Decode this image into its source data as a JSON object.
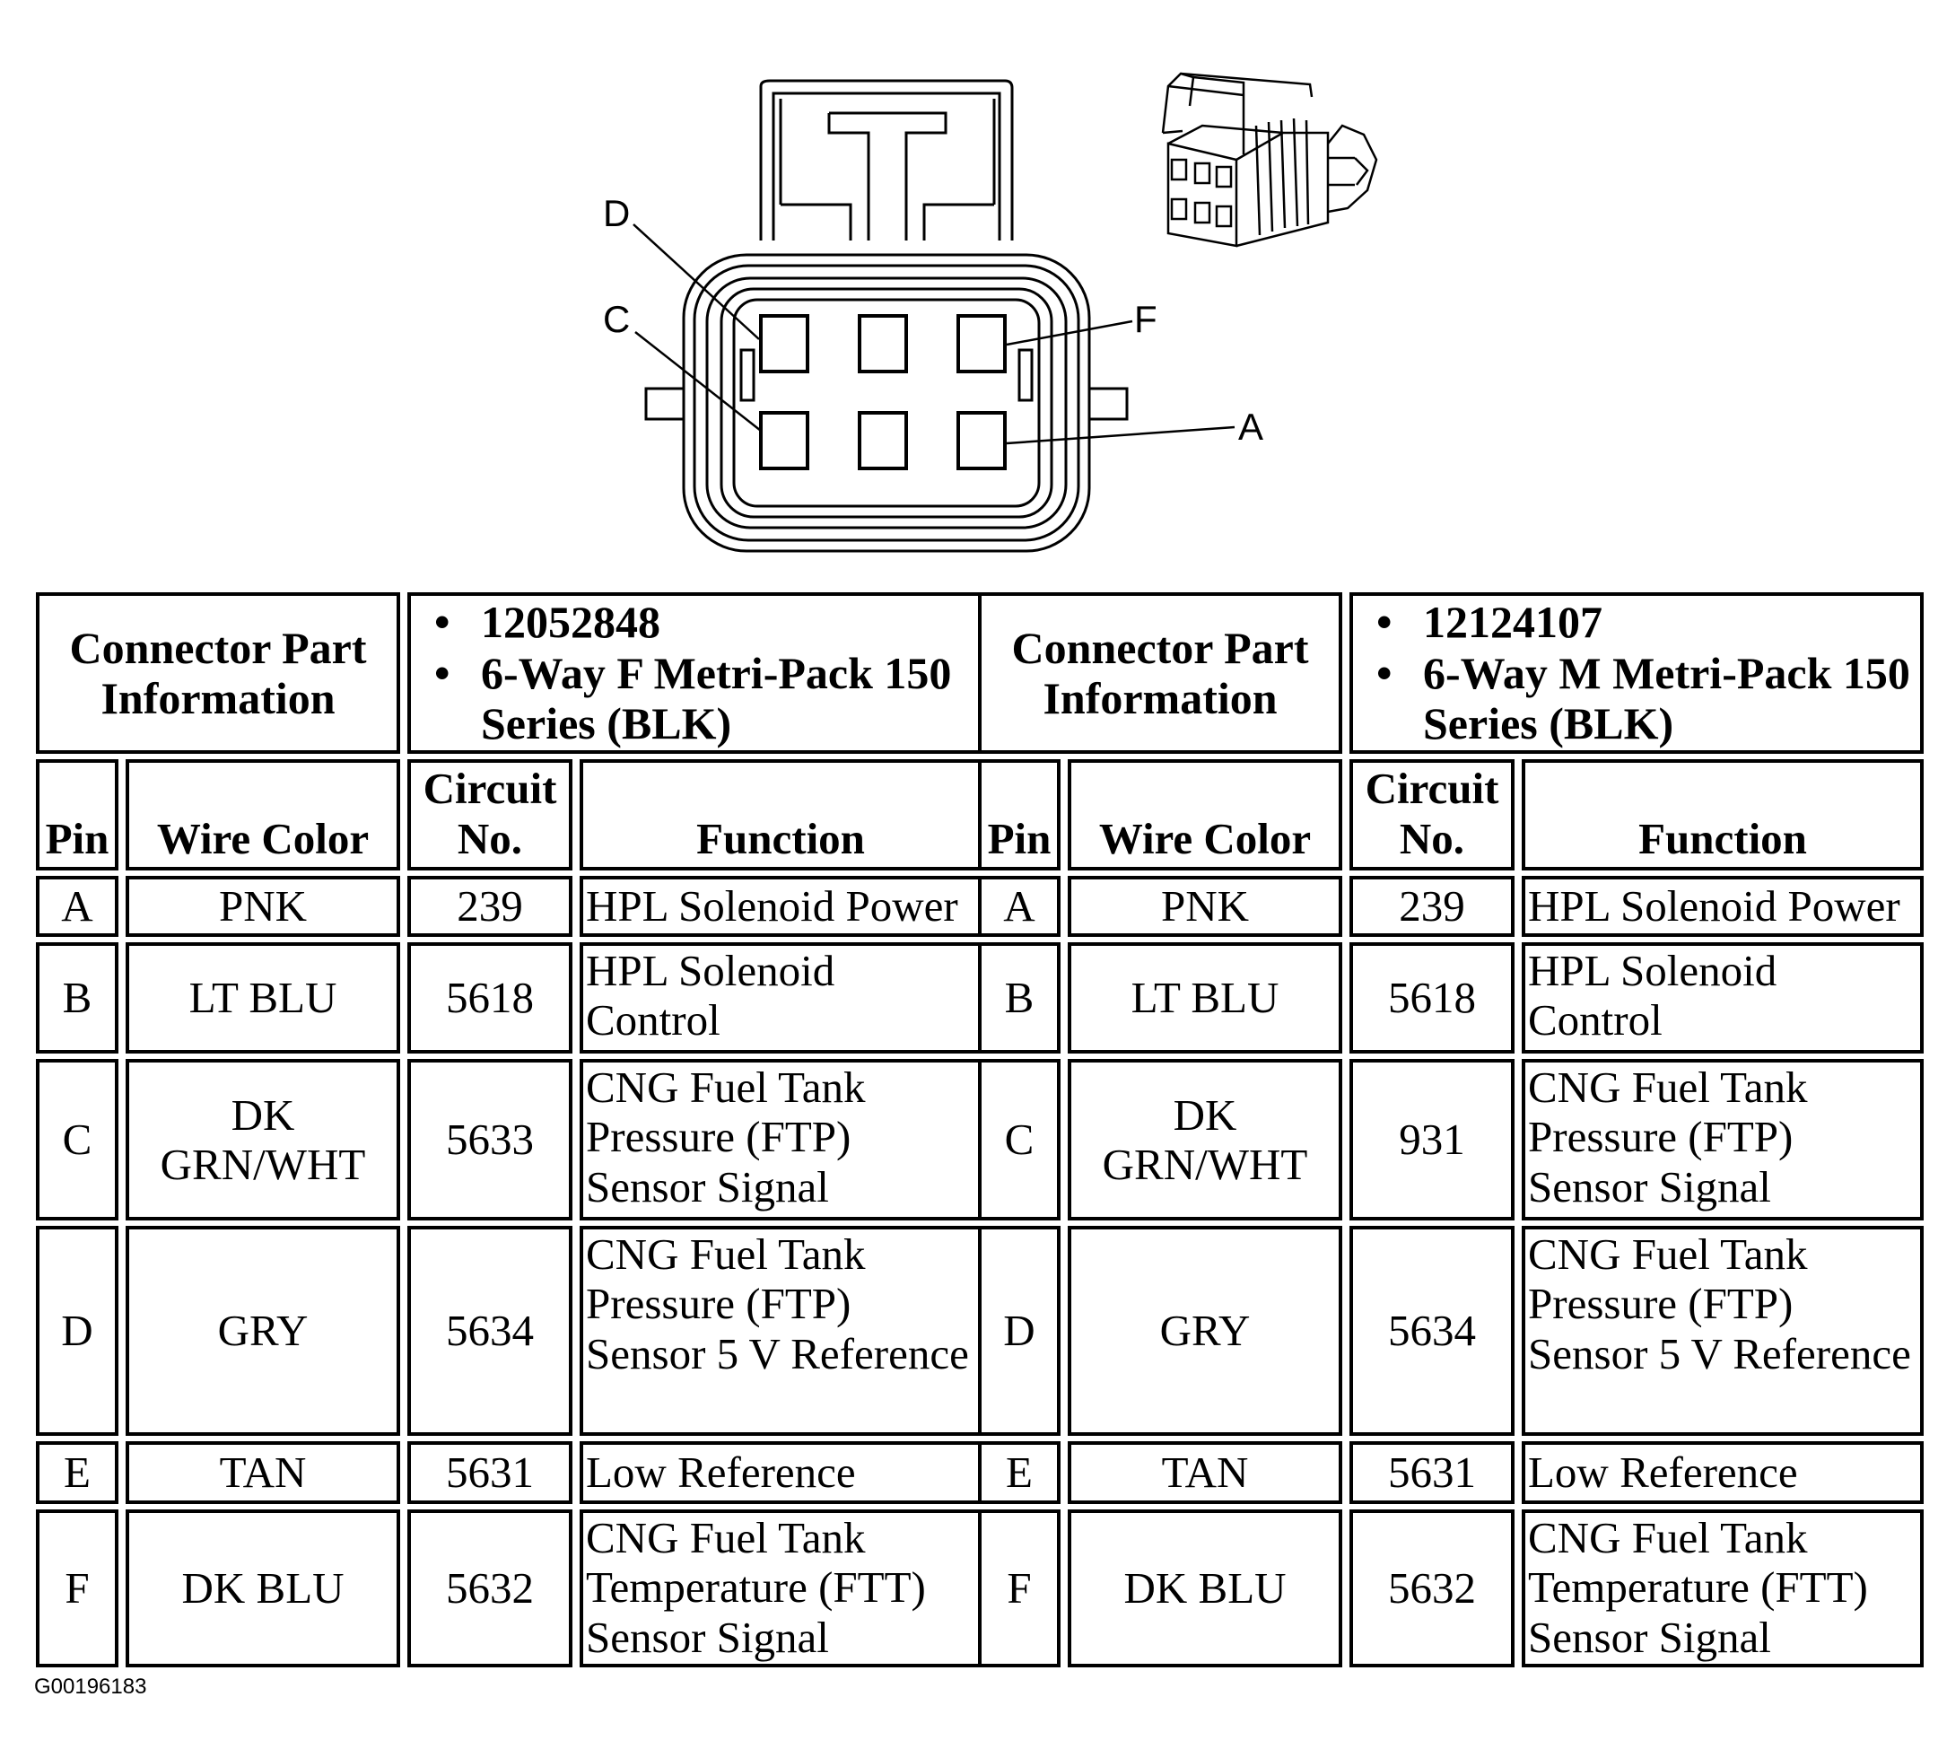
{
  "connector_view": {
    "pin_labels": {
      "D": "D",
      "C": "C",
      "F": "F",
      "A": "A"
    }
  },
  "tables": [
    {
      "info_label": "Connector Part Information",
      "part_info": [
        "12052848",
        "6-Way F Metri-Pack 150 Series (BLK)"
      ],
      "headers": {
        "pin": "Pin",
        "wire_color": "Wire Color",
        "circuit_no": "Circuit No.",
        "function": "Function"
      },
      "rows": [
        {
          "pin": "A",
          "wire_color": "PNK",
          "circuit_no": "239",
          "function": "HPL Solenoid Power"
        },
        {
          "pin": "B",
          "wire_color": "LT BLU",
          "circuit_no": "5618",
          "function": "HPL Solenoid Control"
        },
        {
          "pin": "C",
          "wire_color": "DK GRN/WHT",
          "circuit_no": "5633",
          "function": "CNG Fuel Tank Pressure (FTP) Sensor Signal"
        },
        {
          "pin": "D",
          "wire_color": "GRY",
          "circuit_no": "5634",
          "function": "CNG Fuel Tank Pressure (FTP) Sensor 5 V Reference"
        },
        {
          "pin": "E",
          "wire_color": "TAN",
          "circuit_no": "5631",
          "function": "Low Reference"
        },
        {
          "pin": "F",
          "wire_color": "DK BLU",
          "circuit_no": "5632",
          "function": "CNG Fuel Tank Temperature (FTT) Sensor Signal"
        }
      ]
    },
    {
      "info_label": "Connector Part Information",
      "part_info": [
        "12124107",
        "6-Way M Metri-Pack 150 Series (BLK)"
      ],
      "headers": {
        "pin": "Pin",
        "wire_color": "Wire Color",
        "circuit_no": "Circuit No.",
        "function": "Function"
      },
      "rows": [
        {
          "pin": "A",
          "wire_color": "PNK",
          "circuit_no": "239",
          "function": "HPL Solenoid Power"
        },
        {
          "pin": "B",
          "wire_color": "LT BLU",
          "circuit_no": "5618",
          "function": "HPL Solenoid Control"
        },
        {
          "pin": "C",
          "wire_color": "DK GRN/WHT",
          "circuit_no": "931",
          "function": "CNG Fuel Tank Pressure (FTP) Sensor Signal"
        },
        {
          "pin": "D",
          "wire_color": "GRY",
          "circuit_no": "5634",
          "function": "CNG Fuel Tank Pressure (FTP) Sensor 5 V Reference"
        },
        {
          "pin": "E",
          "wire_color": "TAN",
          "circuit_no": "5631",
          "function": "Low Reference"
        },
        {
          "pin": "F",
          "wire_color": "DK BLU",
          "circuit_no": "5632",
          "function": "CNG Fuel Tank Temperature (FTT) Sensor Signal"
        }
      ]
    }
  ],
  "figure_id": "G00196183"
}
